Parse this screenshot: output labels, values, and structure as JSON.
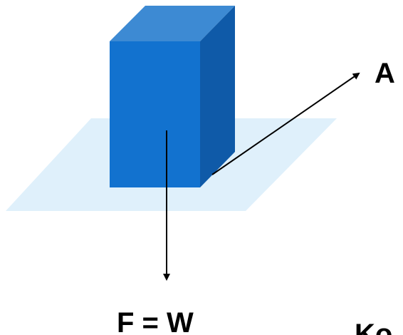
{
  "diagram": {
    "labels": {
      "area_arrow": "A",
      "force": "F = W",
      "corner_text": "Ko"
    },
    "colors": {
      "plane": "#dff0fb",
      "block_front": "#1272cf",
      "block_top": "#3d8ad3",
      "block_side": "#0f5aa8",
      "arrow": "#000000"
    }
  }
}
